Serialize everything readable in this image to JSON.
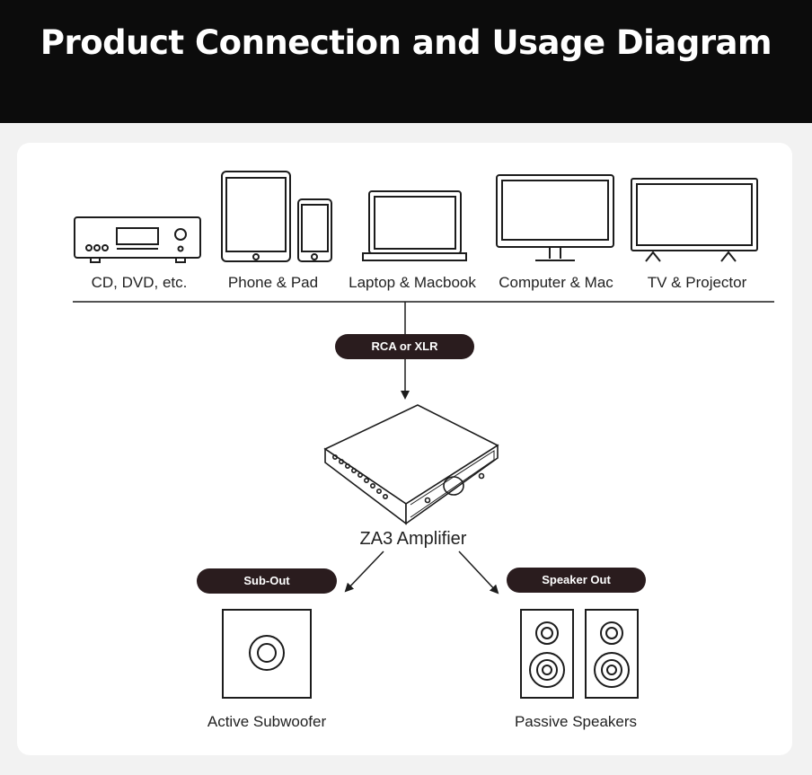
{
  "title": "Product Connection and Usage Diagram",
  "sources": [
    {
      "label": "CD, DVD, etc.",
      "icon": "cd-player-icon"
    },
    {
      "label": "Phone & Pad",
      "icon": "phone-tablet-icon"
    },
    {
      "label": "Laptop & Macbook",
      "icon": "laptop-icon"
    },
    {
      "label": "Computer & Mac",
      "icon": "monitor-icon"
    },
    {
      "label": "TV & Projector",
      "icon": "tv-icon"
    }
  ],
  "input_connection": "RCA or XLR",
  "amplifier": {
    "label": "ZA3 Amplifier",
    "icon": "amplifier-icon"
  },
  "outputs": [
    {
      "connection": "Sub-Out",
      "label": "Active Subwoofer",
      "icon": "subwoofer-icon"
    },
    {
      "connection": "Speaker Out",
      "label": "Passive Speakers",
      "icon": "speakers-icon"
    }
  ],
  "colors": {
    "header": "#0c0c0c",
    "pill": "#2a1c1e",
    "card": "#ffffff",
    "background": "#f2f2f2"
  }
}
